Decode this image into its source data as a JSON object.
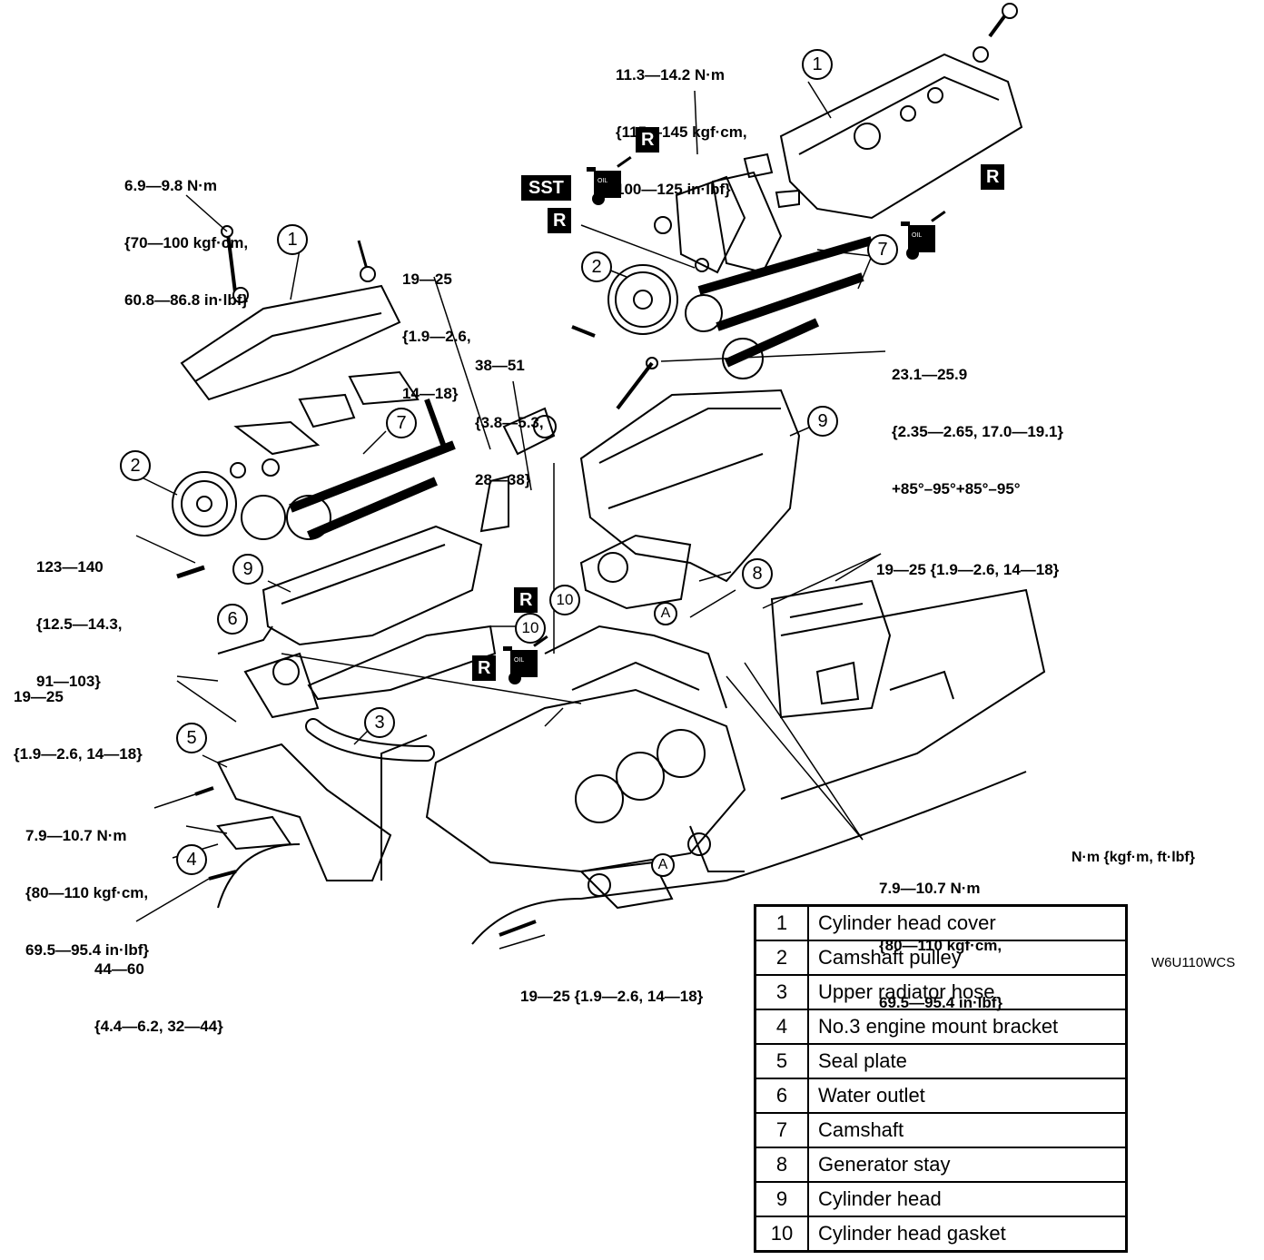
{
  "annotations": {
    "torque_top_center": [
      "11.3—14.2 N·m",
      "{115—145 kgf·cm,",
      "100—125 in·lbf}"
    ],
    "torque_top_left": [
      "6.9—9.8 N·m",
      "{70—100 kgf·cm,",
      "60.8—86.8 in·lbf}"
    ],
    "torque_19_25_a": [
      "19—25",
      "{1.9—2.6,",
      "14—18}"
    ],
    "torque_38_51": [
      "38—51",
      "{3.8—5.3,",
      "28—38}"
    ],
    "torque_cam_bolt": [
      "23.1—25.9",
      "{2.35—2.65, 17.0—19.1}",
      "+85°–95°+85°–95°"
    ],
    "torque_123_140": [
      "123—140",
      "{12.5—14.3,",
      "91—103}"
    ],
    "torque_19_25_right": [
      "19—25 {1.9—2.6, 14—18}"
    ],
    "torque_19_25_left": [
      "19—25",
      "{1.9—2.6, 14—18}"
    ],
    "torque_7_9_left": [
      "7.9—10.7 N·m",
      "{80—110 kgf·cm,",
      "69.5—95.4 in·lbf}"
    ],
    "torque_7_9_right": [
      "7.9—10.7 N·m",
      "{80—110 kgf·cm,",
      "69.5—95.4 in·lbf}"
    ],
    "torque_44_60": [
      "44—60",
      "{4.4—6.2, 32—44}"
    ],
    "torque_19_25_bottom": [
      "19—25 {1.9—2.6, 14—18}"
    ]
  },
  "badges": {
    "replace": "R",
    "sst": "SST",
    "oil": "OIL"
  },
  "callout_refs": {
    "a": "A"
  },
  "units_note": "N·m {kgf·m, ft·lbf}",
  "figure_id": "W6U110WCS",
  "legend": [
    {
      "num": "1",
      "name": "Cylinder head cover"
    },
    {
      "num": "2",
      "name": "Camshaft pulley"
    },
    {
      "num": "3",
      "name": "Upper radiator hose"
    },
    {
      "num": "4",
      "name": "No.3 engine mount bracket"
    },
    {
      "num": "5",
      "name": "Seal plate"
    },
    {
      "num": "6",
      "name": "Water outlet"
    },
    {
      "num": "7",
      "name": "Camshaft"
    },
    {
      "num": "8",
      "name": "Generator stay"
    },
    {
      "num": "9",
      "name": "Cylinder head"
    },
    {
      "num": "10",
      "name": "Cylinder head gasket"
    }
  ]
}
